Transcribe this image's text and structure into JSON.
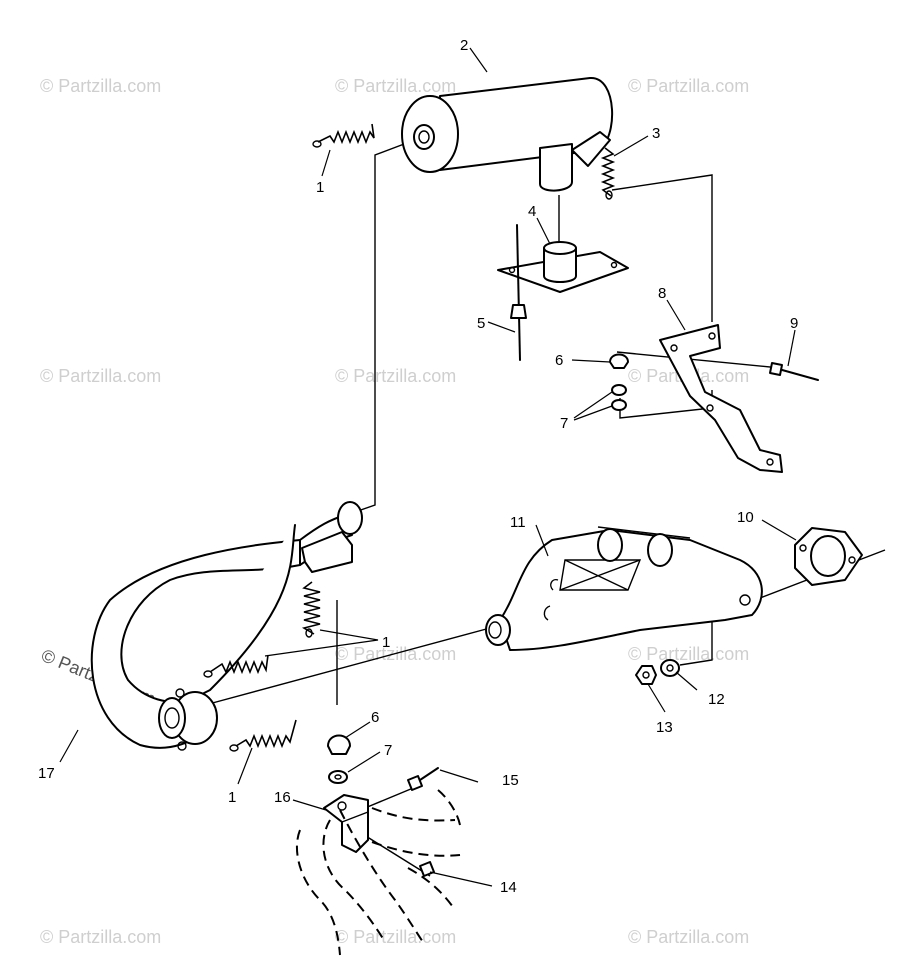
{
  "watermark": "© Partzilla.com",
  "callouts": {
    "c1_top": "1",
    "c2": "2",
    "c3": "3",
    "c4": "4",
    "c5": "5",
    "c6_top": "6",
    "c7_top": "7",
    "c8": "8",
    "c9": "9",
    "c10": "10",
    "c11": "11",
    "c12": "12",
    "c13": "13",
    "c1_mid": "1",
    "c6_bottom": "6",
    "c7_bottom": "7",
    "c14": "14",
    "c15": "15",
    "c16": "16",
    "c17": "17",
    "c1_bottom": "1"
  }
}
